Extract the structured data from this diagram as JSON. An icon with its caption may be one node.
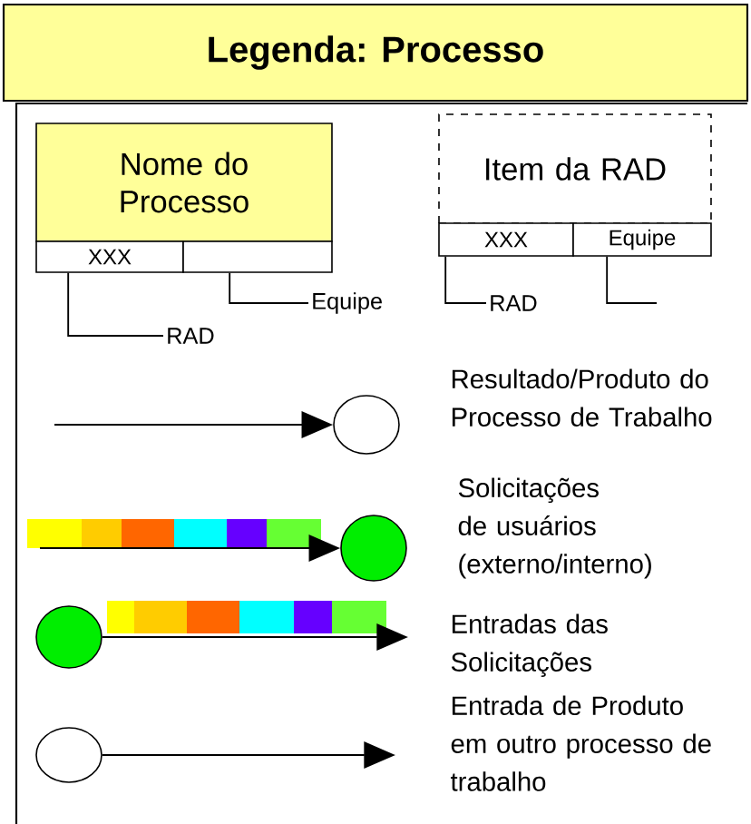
{
  "diagram": {
    "title": "Legenda: Processo",
    "nodes": [
      {
        "text": [
          "Nome do Processo"
        ]
      },
      {
        "text": [
          "XXX"
        ]
      },
      {
        "text": [],
        "shape": "box"
      },
      {
        "text": [
          "RAD"
        ]
      },
      {
        "text": [
          "Equipe"
        ]
      },
      {
        "text": [
          "Item da RAD"
        ]
      },
      {
        "text": [
          "XXX"
        ]
      },
      {
        "text": [
          "Equipe"
        ]
      },
      {
        "text": [
          "RAD"
        ]
      },
      {
        "text": [],
        "shape": "circle"
      },
      {
        "text": [],
        "shape": "circle"
      },
      {
        "text": [],
        "shape": "circle"
      },
      {
        "text": [],
        "shape": "circle"
      }
    ],
    "edges": [
      {
        "from": 3,
        "to": 1,
        "arrow": "none"
      },
      {
        "from": 4,
        "to": 2,
        "arrow": "none"
      },
      {
        "from": 8,
        "to": 6,
        "arrow": "none"
      },
      {
        "from": 7,
        "to": null,
        "arrow": "none"
      },
      {
        "from": null,
        "to": 9,
        "arrow": "to"
      },
      {
        "from": null,
        "to": 10,
        "arrow": "to"
      },
      {
        "from": 11,
        "to": null,
        "arrow": "to"
      },
      {
        "from": 12,
        "to": null,
        "arrow": "to"
      }
    ],
    "labels": [
      "Resultado/Produto do Processo de Trabalho",
      "Solicitações de usuários (externo/interno)",
      "Entradas das Solicitações",
      "Entrada de Produto em outro processo de trabalho"
    ]
  }
}
